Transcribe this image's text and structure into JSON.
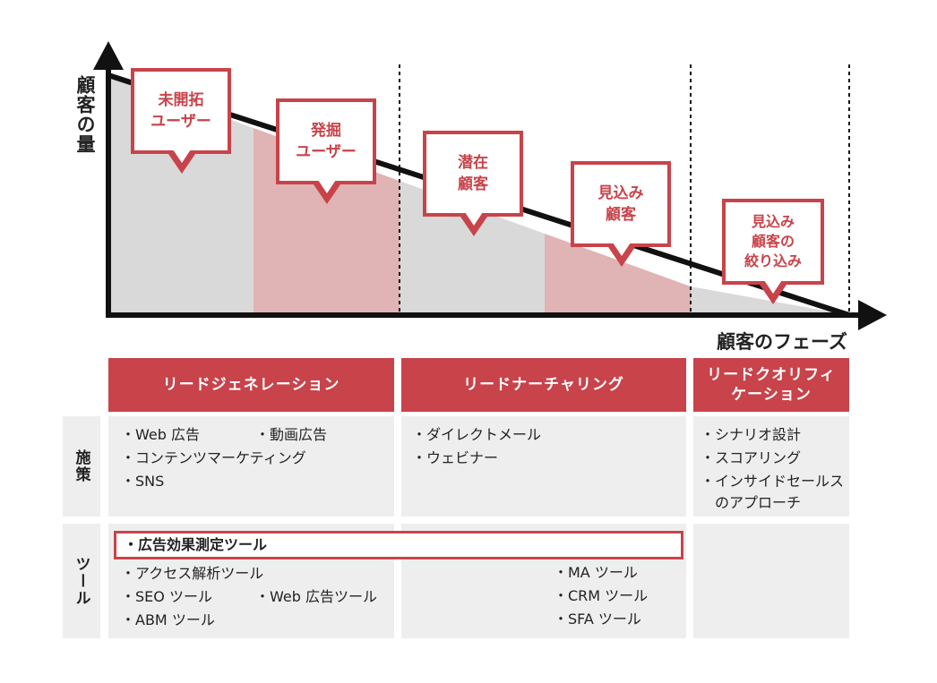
{
  "axes": {
    "y_label": "顧客の量",
    "x_label": "顧客のフェーズ"
  },
  "stages": [
    {
      "label": "未開拓\nユーザー"
    },
    {
      "label": "発掘\nユーザー"
    },
    {
      "label": "潜在\n顧客"
    },
    {
      "label": "見込み\n顧客"
    },
    {
      "label": "見込み\n顧客の\n絞り込み"
    }
  ],
  "phases": [
    {
      "label": "リードジェネレーション"
    },
    {
      "label": "リードナーチャリング"
    },
    {
      "label": "リードクオリフィ\nケーション"
    }
  ],
  "rows": {
    "measures_label": "施策",
    "tools_label": "ツール"
  },
  "measures": {
    "generation": [
      "・Web 広告",
      "・動画広告",
      "・コンテンツマーケティング",
      "・SNS"
    ],
    "nurturing": [
      "・ダイレクトメール",
      "・ウェビナー"
    ],
    "qualification": [
      "・シナリオ設計",
      "・スコアリング",
      "・インサイドセールス\n　のアプローチ"
    ]
  },
  "tools": {
    "highlight": "・広告効果測定ツール",
    "generation": [
      "・アクセス解析ツール",
      "・SEO ツール",
      "・Web 広告ツール",
      "・ABM ツール"
    ],
    "nurturing": [
      "・MA ツール",
      "・CRM ツール",
      "・SFA ツール"
    ]
  },
  "colors": {
    "accent": "#c8434a",
    "gray_fill": "#d9d9d9",
    "pink_fill": "#e0b3b5",
    "cell_bg": "#eeeeee"
  }
}
